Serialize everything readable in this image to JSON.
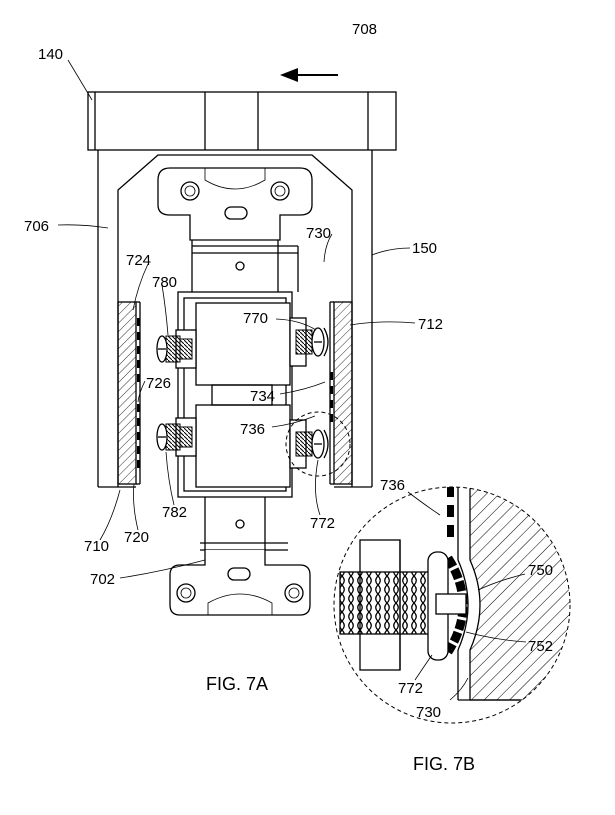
{
  "labels": {
    "l140": "140",
    "l708": "708",
    "l706": "706",
    "l150": "150",
    "l730a": "730",
    "l724": "724",
    "l780": "780",
    "l770": "770",
    "l712": "712",
    "l726": "726",
    "l734": "734",
    "l736a": "736",
    "l710": "710",
    "l720": "720",
    "l782": "782",
    "l772a": "772",
    "l702": "702",
    "l736b": "736",
    "l750": "750",
    "l752": "752",
    "l772b": "772",
    "l730b": "730"
  },
  "captions": {
    "fig7a": "FIG. 7A",
    "fig7b": "FIG. 7B"
  }
}
